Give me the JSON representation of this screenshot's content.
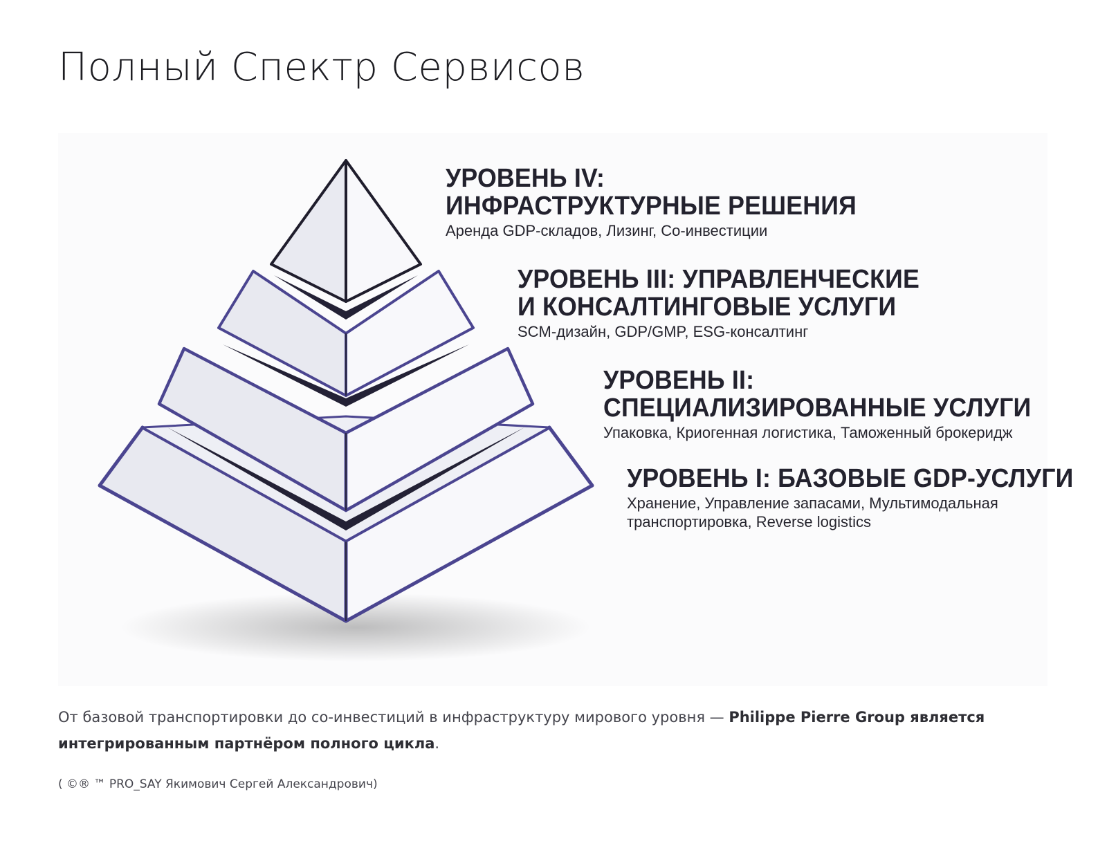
{
  "page": {
    "title": "Полный Спектр Сервисов"
  },
  "levels": [
    {
      "id": "IV",
      "title_lines": [
        "УРОВЕНЬ IV:",
        "ИНФРАСТРУКТУРНЫЕ РЕШЕНИЯ"
      ],
      "description": "Аренда GDP-складов, Лизинг, Со-инвестиции"
    },
    {
      "id": "III",
      "title_lines": [
        "УРОВЕНЬ III: УПРАВЛЕНЧЕСКИЕ",
        "И КОНСАЛТИНГОВЫЕ УСЛУГИ"
      ],
      "description": "SCM-дизайн, GDP/GMP, ESG-консалтинг"
    },
    {
      "id": "II",
      "title_lines": [
        "УРОВЕНЬ II:",
        "СПЕЦИАЛИЗИРОВАННЫЕ УСЛУГИ"
      ],
      "description": "Упаковка, Криогенная логистика, Таможенный брокеридж"
    },
    {
      "id": "I",
      "title_lines": [
        "УРОВЕНЬ I: БАЗОВЫЕ GDP-УСЛУГИ"
      ],
      "description_lines": [
        "Хранение, Управление запасами, Мультимодальная",
        "транспортировка, Reverse logistics"
      ]
    }
  ],
  "summary": {
    "lead": "От базовой транспортировки до со-инвестиций в инфраструктуру мирового уровня — ",
    "emphasis": "Philippe Pierre Group является интегрированным партнёром полного цикла",
    "end": "."
  },
  "copyright": "( ©® ™ PRO_SAY Якимович Сергей Александрович)",
  "colors": {
    "outline": "#4b4590",
    "face_left": "#e7e8ef",
    "face_right": "#f7f7fa",
    "gap": "#232135",
    "text": "#23222e"
  }
}
